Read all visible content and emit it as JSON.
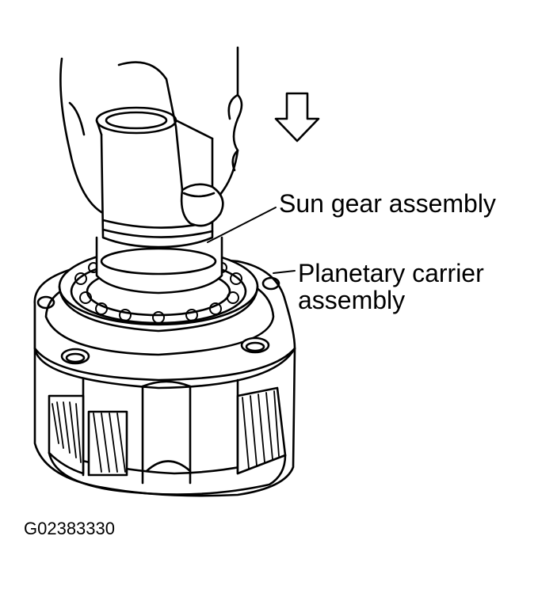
{
  "labels": {
    "sun_gear": "Sun gear assembly",
    "planetary_carrier_line1": "Planetary carrier",
    "planetary_carrier_line2": "assembly"
  },
  "figure_id": "G02383330",
  "colors": {
    "line": "#000000",
    "background": "#ffffff"
  },
  "icons": {
    "direction_arrow": "arrow-down-icon"
  }
}
